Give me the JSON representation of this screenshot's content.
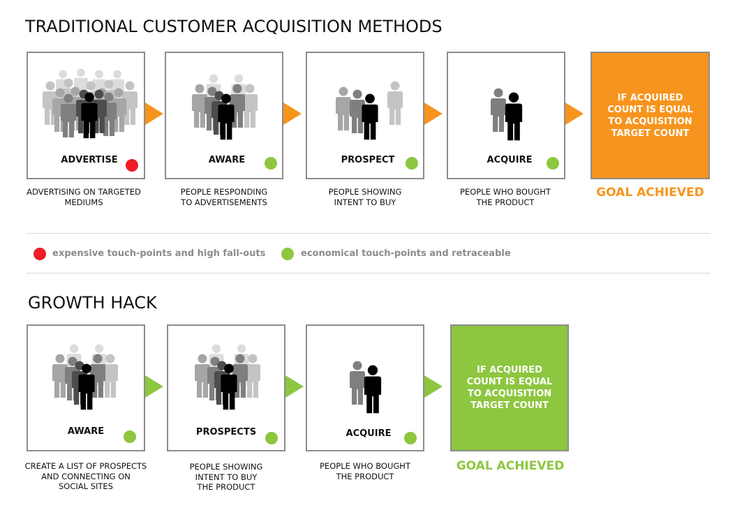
{
  "colors": {
    "orange": "#f7941d",
    "green": "#8dc63f",
    "red": "#ee1c25",
    "dot_green": "#8dc63f",
    "border": "#8c8c8c",
    "legend_text": "#8c8c8c"
  },
  "traditional": {
    "title": "TRADITIONAL CUSTOMER ACQUISITION METHODS",
    "stages": [
      {
        "label": "ADVERTISE",
        "status": "expensive",
        "caption": [
          "ADVERTISING ON TARGETED",
          "MEDIUMS"
        ],
        "icon": "large-crowd-icon"
      },
      {
        "label": "AWARE",
        "status": "economical",
        "caption": [
          "PEOPLE RESPONDING",
          "TO ADVERTISEMENTS"
        ],
        "icon": "crowd-icon"
      },
      {
        "label": "PROSPECT",
        "status": "economical",
        "caption": [
          "PEOPLE SHOWING",
          "INTENT TO BUY"
        ],
        "icon": "small-group-icon"
      },
      {
        "label": "ACQUIRE",
        "status": "economical",
        "caption": [
          "PEOPLE WHO BOUGHT",
          "THE PRODUCT"
        ],
        "icon": "pair-icon"
      }
    ],
    "goal_box": [
      "IF ACQUIRED",
      "COUNT IS EQUAL",
      "TO ACQUISITION",
      "TARGET COUNT"
    ],
    "goal_label": "GOAL ACHIEVED",
    "arrow_icon": "arrow-right-icon"
  },
  "legend": {
    "expensive": "expensive touch-points and high fall-outs",
    "economical": "economical touch-points and retraceable"
  },
  "growth": {
    "title": "GROWTH HACK",
    "stages": [
      {
        "label": "AWARE",
        "status": "economical",
        "caption": [
          "CREATE A LIST OF PROSPECTS",
          "AND CONNECTING ON",
          "SOCIAL SITES"
        ],
        "icon": "crowd-icon"
      },
      {
        "label": "PROSPECTS",
        "status": "economical",
        "caption": [
          "PEOPLE SHOWING",
          "INTENT TO BUY",
          "THE PRODUCT"
        ],
        "icon": "crowd-icon"
      },
      {
        "label": "ACQUIRE",
        "status": "economical",
        "caption": [
          "PEOPLE WHO BOUGHT",
          "THE PRODUCT"
        ],
        "icon": "pair-icon"
      }
    ],
    "goal_box": [
      "IF ACQUIRED",
      "COUNT IS EQUAL",
      "TO ACQUISITION",
      "TARGET COUNT"
    ],
    "goal_label": "GOAL ACHIEVED",
    "arrow_icon": "arrow-right-icon"
  }
}
